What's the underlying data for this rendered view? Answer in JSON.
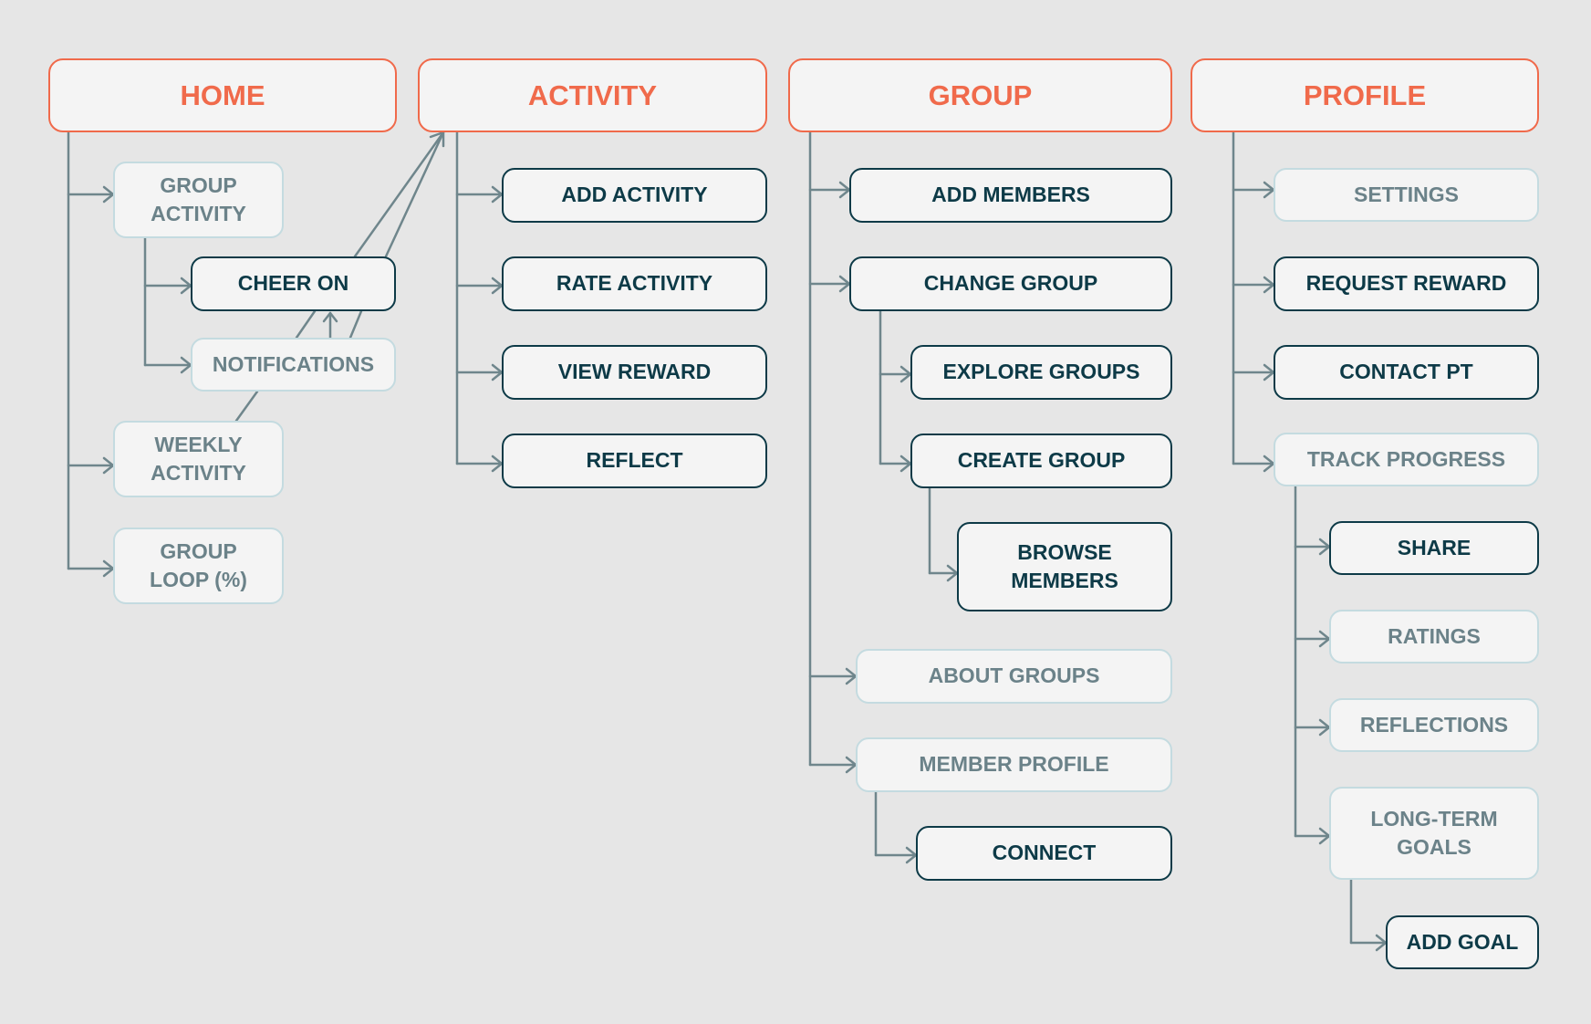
{
  "diagram": {
    "colors": {
      "background": "#e6e6e6",
      "header_accent": "#f06a4b",
      "primary_border": "#0d3a47",
      "secondary_border": "#c4dbe0",
      "secondary_text": "#6b8289",
      "connector": "#6f868c"
    },
    "columns": [
      {
        "header": "HOME",
        "items": [
          {
            "label": "GROUP\nACTIVITY",
            "style": "secondary"
          },
          {
            "label": "CHEER ON",
            "style": "primary"
          },
          {
            "label": "NOTIFICATIONS",
            "style": "secondary"
          },
          {
            "label": "WEEKLY\nACTIVITY",
            "style": "secondary"
          },
          {
            "label": "GROUP\nLOOP (%)",
            "style": "secondary"
          }
        ]
      },
      {
        "header": "ACTIVITY",
        "items": [
          {
            "label": "ADD ACTIVITY",
            "style": "primary"
          },
          {
            "label": "RATE ACTIVITY",
            "style": "primary"
          },
          {
            "label": "VIEW REWARD",
            "style": "primary"
          },
          {
            "label": "REFLECT",
            "style": "primary"
          }
        ]
      },
      {
        "header": "GROUP",
        "items": [
          {
            "label": "ADD MEMBERS",
            "style": "primary"
          },
          {
            "label": "CHANGE GROUP",
            "style": "primary"
          },
          {
            "label": "EXPLORE GROUPS",
            "style": "primary"
          },
          {
            "label": "CREATE GROUP",
            "style": "primary"
          },
          {
            "label": "BROWSE\nMEMBERS",
            "style": "primary"
          },
          {
            "label": "ABOUT GROUPS",
            "style": "secondary"
          },
          {
            "label": "MEMBER PROFILE",
            "style": "secondary"
          },
          {
            "label": "CONNECT",
            "style": "primary"
          }
        ]
      },
      {
        "header": "PROFILE",
        "items": [
          {
            "label": "SETTINGS",
            "style": "secondary"
          },
          {
            "label": "REQUEST REWARD",
            "style": "primary"
          },
          {
            "label": "CONTACT PT",
            "style": "primary"
          },
          {
            "label": "TRACK PROGRESS",
            "style": "secondary"
          },
          {
            "label": "SHARE",
            "style": "primary"
          },
          {
            "label": "RATINGS",
            "style": "secondary"
          },
          {
            "label": "REFLECTIONS",
            "style": "secondary"
          },
          {
            "label": "LONG-TERM\nGOALS",
            "style": "secondary"
          },
          {
            "label": "ADD GOAL",
            "style": "primary"
          }
        ]
      }
    ]
  }
}
